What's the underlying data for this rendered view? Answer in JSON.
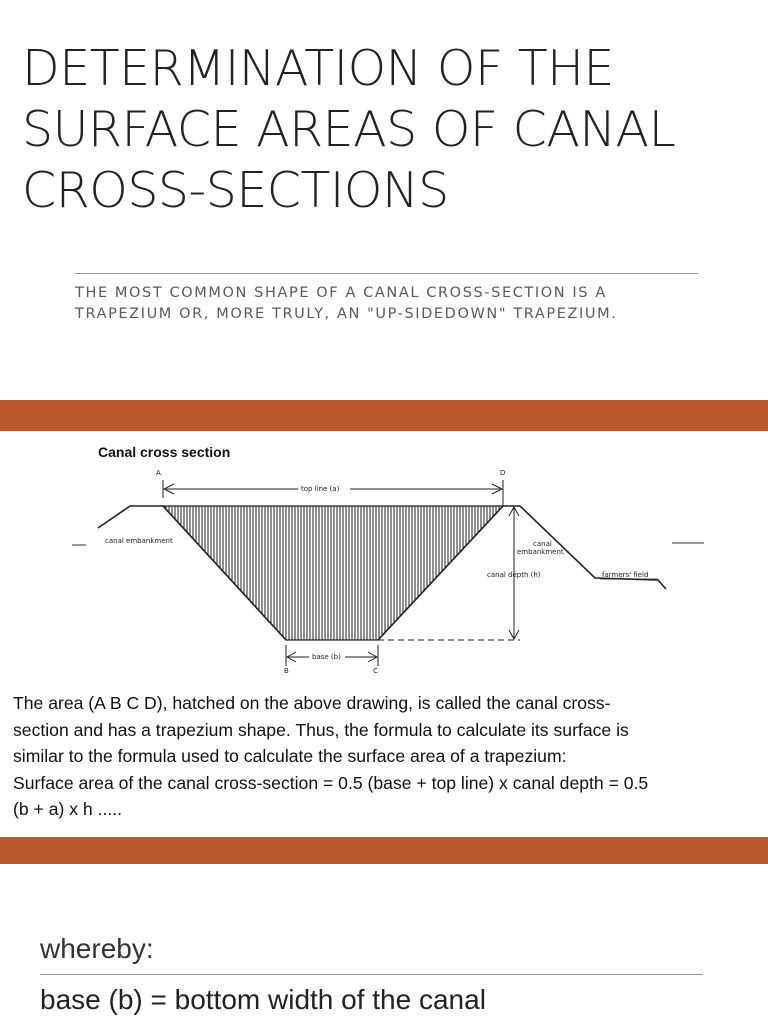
{
  "slide": {
    "title": "DETERMINATION OF THE\nSURFACE AREAS OF CANAL\nCROSS-SECTIONS",
    "subtitle": "THE MOST COMMON SHAPE OF A CANAL CROSS-SECTION IS A\nTRAPEZIUM OR, MORE TRULY, AN \"UP-SIDEDOWN\" TRAPEZIUM.",
    "accent_color": "#bd582c"
  },
  "figure": {
    "title": "Canal cross section",
    "labels": {
      "point_a": "A",
      "point_b": "B",
      "point_c": "C",
      "point_d": "D",
      "top_line": "top line (a)",
      "base": "base (b)",
      "canal_embankment_left": "canal embankment",
      "canal_embankment_right_1": "canal",
      "canal_embankment_right_2": "embankment",
      "canal_depth": "canal depth (h)",
      "farmers_field": "farmers' field"
    }
  },
  "body": {
    "text": "The area (A B C D), hatched on the above drawing, is called the canal cross-\nsection and has a trapezium shape. Thus, the formula to calculate its surface is\nsimilar to the formula used to calculate the surface area of a trapezium:\nSurface area of the canal cross-section = 0.5 (base + top line) x canal depth = 0.5\n(b + a) x h ....."
  },
  "definitions": {
    "heading": "whereby:",
    "base_definition": "base (b) = bottom width of the canal"
  }
}
